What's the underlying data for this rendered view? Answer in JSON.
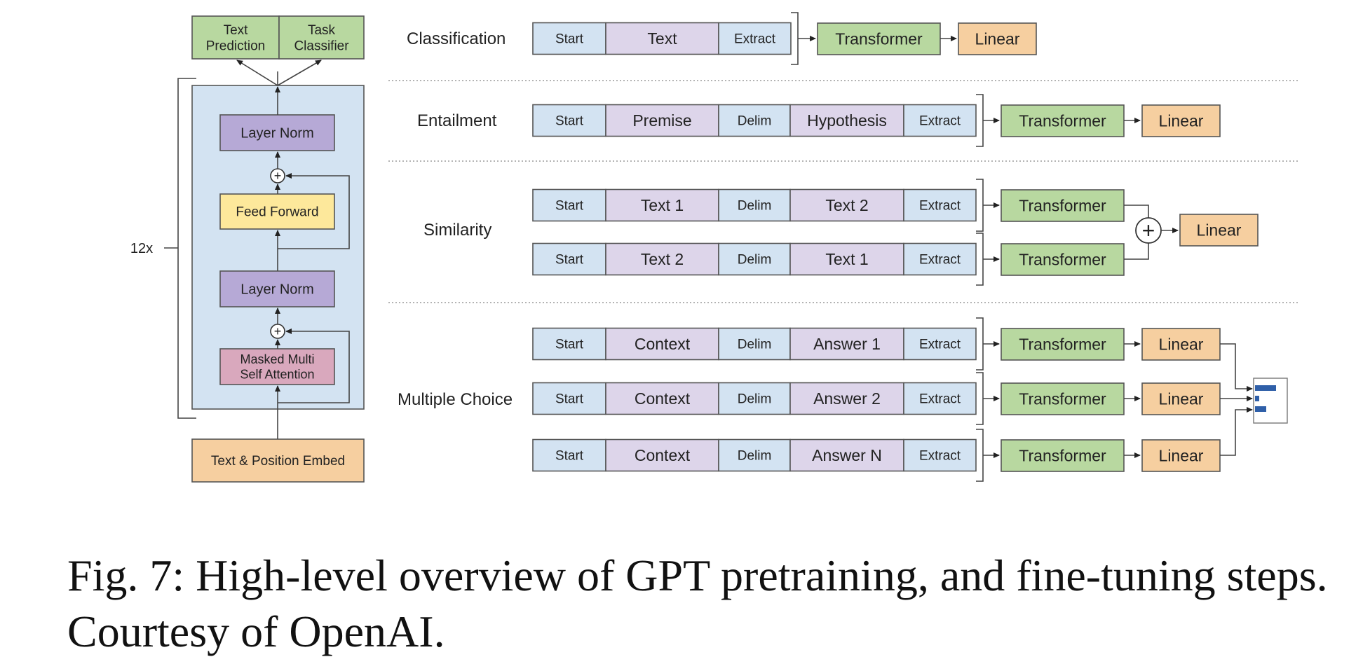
{
  "colors": {
    "green": "#b8d8a0",
    "orange": "#f6cfa0",
    "blue": "#d3e3f2",
    "purple": "#ddd5ea",
    "violet": "#b6a9d6",
    "yellow": "#fde89b",
    "pink": "#d9a8bd",
    "panel": "#d3e3f2"
  },
  "architecture": {
    "head_text_prediction": "Text\nPrediction",
    "head_task_classifier": "Task\nClassifier",
    "layer_norm_top": "Layer Norm",
    "feed_forward": "Feed Forward",
    "layer_norm_bottom": "Layer Norm",
    "attention": "Masked Multi\nSelf Attention",
    "embed": "Text & Position Embed",
    "repeat_label": "12x",
    "plus_symbol": "+"
  },
  "tasks": {
    "classification": {
      "label": "Classification",
      "tokens": [
        "Start",
        "Text",
        "Extract"
      ],
      "transformer": "Transformer",
      "linear": "Linear"
    },
    "entailment": {
      "label": "Entailment",
      "tokens": [
        "Start",
        "Premise",
        "Delim",
        "Hypothesis",
        "Extract"
      ],
      "transformer": "Transformer",
      "linear": "Linear"
    },
    "similarity": {
      "label": "Similarity",
      "rows": [
        {
          "tokens": [
            "Start",
            "Text 1",
            "Delim",
            "Text 2",
            "Extract"
          ],
          "transformer": "Transformer"
        },
        {
          "tokens": [
            "Start",
            "Text 2",
            "Delim",
            "Text 1",
            "Extract"
          ],
          "transformer": "Transformer"
        }
      ],
      "plus_symbol": "+",
      "linear": "Linear"
    },
    "multiple_choice": {
      "label": "Multiple Choice",
      "rows": [
        {
          "tokens": [
            "Start",
            "Context",
            "Delim",
            "Answer 1",
            "Extract"
          ],
          "transformer": "Transformer",
          "linear": "Linear"
        },
        {
          "tokens": [
            "Start",
            "Context",
            "Delim",
            "Answer 2",
            "Extract"
          ],
          "transformer": "Transformer",
          "linear": "Linear"
        },
        {
          "tokens": [
            "Start",
            "Context",
            "Delim",
            "Answer N",
            "Extract"
          ],
          "transformer": "Transformer",
          "linear": "Linear"
        }
      ],
      "softmax_bars": [
        0.75,
        0.15,
        0.4
      ]
    }
  },
  "caption": "Fig. 7: High-level overview of GPT pretraining, and fine-tuning steps. Courtesy of OpenAI."
}
